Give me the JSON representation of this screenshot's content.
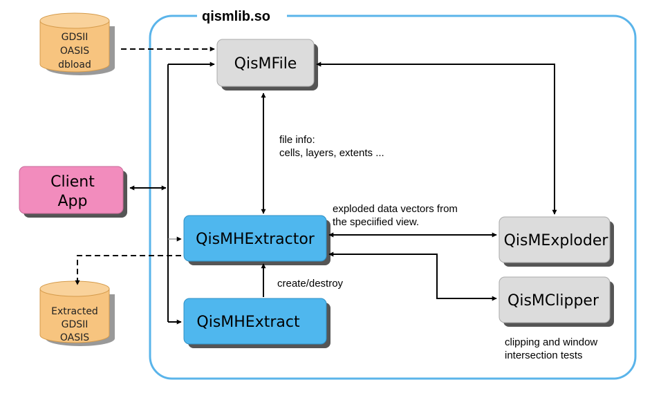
{
  "library": {
    "name": "qismlib.so"
  },
  "inputs": {
    "lines": [
      "GDSII",
      "OASIS",
      "dbload"
    ]
  },
  "outputs": {
    "lines": [
      "Extracted",
      "GDSII",
      "OASIS"
    ]
  },
  "client": {
    "lines": [
      "Client",
      "App"
    ]
  },
  "modules": {
    "file": "QisMFile",
    "hextractor": "QisMHExtractor",
    "hextract": "QisMHExtract",
    "exploder": "QisMExploder",
    "clipper": "QisMClipper"
  },
  "notes": {
    "file_info": [
      "file info:",
      "cells, layers, extents ..."
    ],
    "exploded": [
      "exploded data vectors from",
      "the speciified view."
    ],
    "create_destroy": "create/destroy",
    "clipping": [
      "clipping and window",
      "intersection tests"
    ]
  },
  "colors": {
    "container_border": "#5ab4ea",
    "gray_box": "#dcdcdc",
    "blue_box": "#4fb7ee",
    "pink_box": "#f28cbd",
    "cylinder": "#f7c47f",
    "shadow": "#555555"
  }
}
